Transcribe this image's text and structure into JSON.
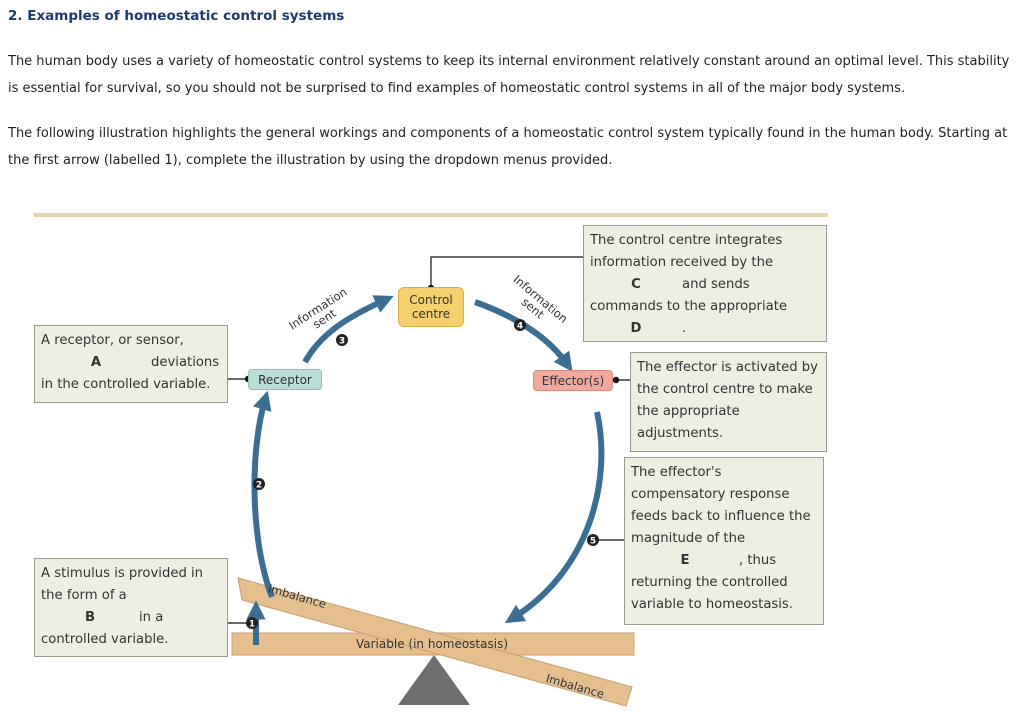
{
  "heading": "2. Examples of homeostatic control systems",
  "intro": "The human body uses a variety of homeostatic control systems to keep its internal environment relatively constant around an optimal level. This stability is essential for survival, so you should not be surprised to find examples of homeostatic control systems in all of the major body systems.",
  "instructions": "The following illustration highlights the general workings and components of a homeostatic control system typically found in the human body. Starting at the first arrow (labelled 1), complete the illustration by using the dropdown menus provided.",
  "diagram": {
    "nodes": {
      "control_line1": "Control",
      "control_line2": "centre",
      "receptor": "Receptor",
      "effector": "Effector(s)"
    },
    "arrow_labels": {
      "left_line1": "Information",
      "left_line2": "sent",
      "right_line1": "Information",
      "right_line2": "sent",
      "imbalance_left": "Imbalance",
      "imbalance_right": "Imbalance",
      "variable": "Variable (in homeostasis)"
    },
    "step_numbers": [
      "1",
      "2",
      "3",
      "4",
      "5"
    ],
    "boxes": {
      "receptor": {
        "line1": "A receptor, or sensor,",
        "dropdown": "A",
        "after": "deviations",
        "line3": "in the controlled variable."
      },
      "stimulus": {
        "line1": "A stimulus is provided in",
        "line2": "the form of a",
        "dropdown": "B",
        "after": "in a",
        "line4": "controlled variable."
      },
      "control": {
        "line1": "The control centre integrates",
        "line2": "information received by the",
        "dropdown_c": "C",
        "after_c": "and sends",
        "line4": "commands to the appropriate",
        "dropdown_d": "D",
        "after_d": "."
      },
      "effector": {
        "line1": "The effector is activated by",
        "line2": "the control centre to make",
        "line3": "the appropriate",
        "line4": "adjustments."
      },
      "feedback": {
        "line1": "The effector's",
        "line2": "compensatory response",
        "line3": "feeds back to influence the",
        "line4": "magnitude of the",
        "dropdown": "E",
        "after": ", thus",
        "line6": "returning the controlled",
        "line7": "variable to homeostasis."
      }
    }
  },
  "colors": {
    "heading": "#1f3a6e",
    "arrow": "#3b6e93",
    "callout_bg": "#efeee2",
    "receptor_bg": "#b9ddd7",
    "effector_bg": "#f0a99c",
    "control_bg": "#f6cf6e",
    "seesaw": "#e6bf8e",
    "fulcrum": "#6e6e6e",
    "top_bar": "#e3d7ad"
  }
}
